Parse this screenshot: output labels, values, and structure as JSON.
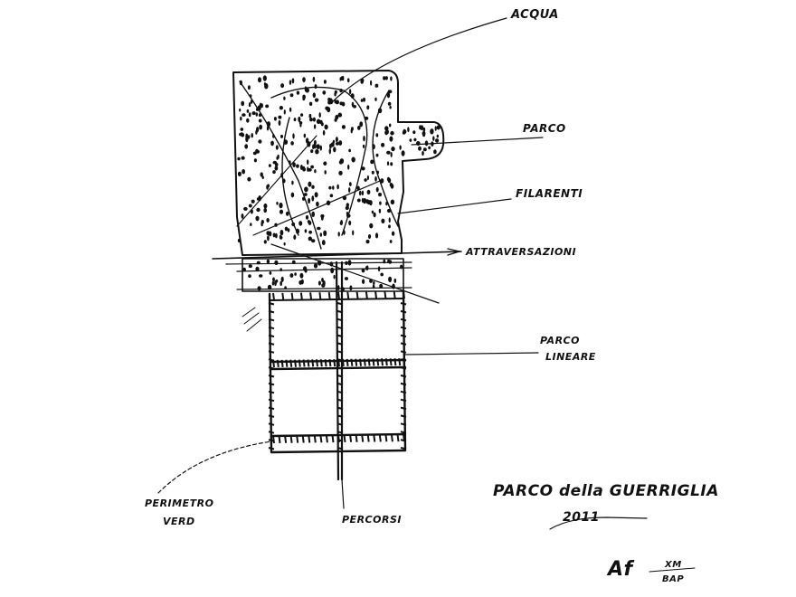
{
  "annotations": {
    "acqua": "ACQUA",
    "parco": "PARCO",
    "filare": "FILARENTI",
    "attraversamento": "ATTRAVERSAZIONI",
    "parco_lineare_1": "PARCO",
    "parco_lineare_2": "LINEARE",
    "perimetro_1": "PERIMETRO",
    "perimetro_2": "VERD",
    "percorsi": "PERCORSI"
  },
  "title": {
    "main": "PARCO della GUERRIGLIA",
    "sub": "2011"
  },
  "signature": {
    "initials": "Af",
    "note_top": "XM",
    "note_bottom": "BAP"
  }
}
